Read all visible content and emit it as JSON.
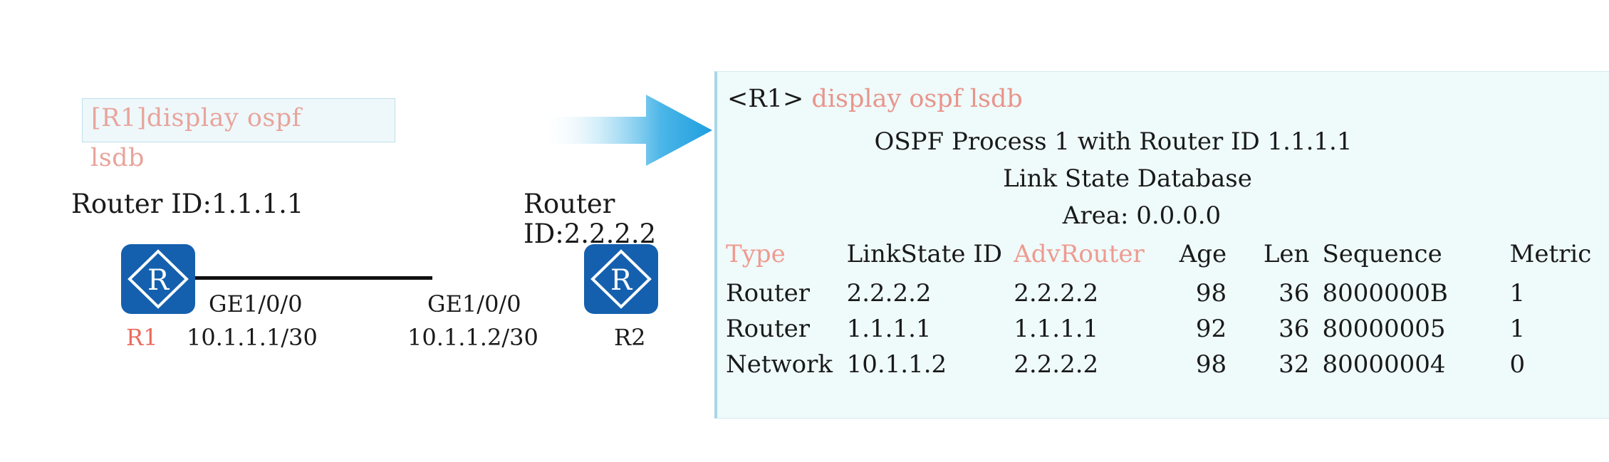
{
  "diagram": {
    "command_box": {
      "line1": "[R1]display ospf",
      "line2": "lsdb"
    },
    "left_router": {
      "router_id_caption": "Router ID:1.1.1.1",
      "device_label": "R1",
      "interface": "GE1/0/0",
      "address": "10.1.1.1/30",
      "icon": "router-icon"
    },
    "right_router": {
      "router_id_caption_line1": "Router",
      "router_id_caption_line2": "ID:2.2.2.2",
      "device_label": "R2",
      "interface": "GE1/0/0",
      "address": "10.1.1.2/30",
      "icon": "router-icon"
    },
    "arrow": {
      "icon": "right-arrow-icon",
      "color": "#35a8e0"
    }
  },
  "terminal": {
    "prompt_host": "<R1>",
    "prompt_command": "display ospf lsdb",
    "process_line": "OSPF Process 1 with Router ID 1.1.1.1",
    "database_line": "Link State Database",
    "area_line": "Area: 0.0.0.0",
    "accent_color": "#ef9a90",
    "background": "#effafa",
    "columns": [
      {
        "label": "Type",
        "accent": true
      },
      {
        "label": "LinkState ID",
        "accent": false
      },
      {
        "label": "AdvRouter",
        "accent": true
      },
      {
        "label": "Age",
        "accent": false
      },
      {
        "label": "Len",
        "accent": false
      },
      {
        "label": "Sequence",
        "accent": false
      },
      {
        "label": "Metric",
        "accent": false
      }
    ],
    "rows": [
      {
        "type": "Router",
        "linkstate_id": "2.2.2.2",
        "adv_router": "2.2.2.2",
        "age": "98",
        "len": "36",
        "sequence": "8000000B",
        "metric": "1"
      },
      {
        "type": "Router",
        "linkstate_id": "1.1.1.1",
        "adv_router": "1.1.1.1",
        "age": "92",
        "len": "36",
        "sequence": "80000005",
        "metric": "1"
      },
      {
        "type": "Network",
        "linkstate_id": "10.1.1.2",
        "adv_router": "2.2.2.2",
        "age": "98",
        "len": "32",
        "sequence": "80000004",
        "metric": "0"
      }
    ]
  }
}
